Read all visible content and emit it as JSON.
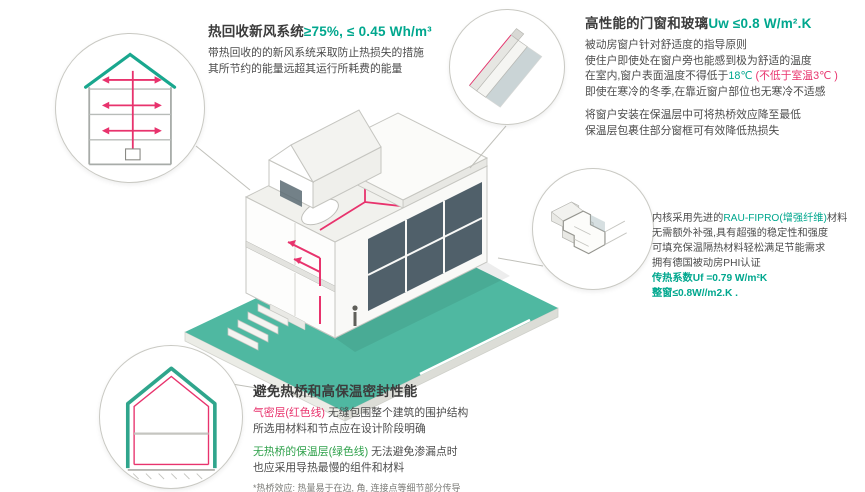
{
  "colors": {
    "teal_accent": "#00a78e",
    "platform_teal": "#4fb8a1",
    "red_line": "#e8336d",
    "green_line": "#2fa14b",
    "text_dark": "#3c3c3c"
  },
  "ventilation": {
    "title_black": "热回收新风系统",
    "title_teal": "≥75%, ≤ 0.45 Wh/m³",
    "line1": "带热回收的的新风系统采取防止热损失的措施",
    "line2": "其所节约的能量远超其运行所耗费的能量"
  },
  "windows": {
    "title_black": "高性能的门窗和玻璃",
    "title_teal": "Uw ≤0.8 W/m².K",
    "line1": "被动房窗户针对舒适度的指导原则",
    "line2": "使住户即使处在窗户旁也能感到极为舒适的温度",
    "line3_a": "在室内,窗户表面温度不得低于",
    "line3_b": "18℃",
    "line3_c": " (不低于室温3℃ )",
    "line4": "即使在寒冷的冬季,在靠近窗户部位也无寒冷不适感",
    "line5": "将窗户安装在保温层中可将热桥效应降至最低",
    "line6": "保温层包裹住部分窗框可有效降低热损失"
  },
  "material": {
    "line1_a": "内核采用先进的",
    "line1_b": "RAU-FIPRO(增强纤维)",
    "line1_c": "材料",
    "line2": "无需额外补强,具有超强的稳定性和强度",
    "line3": "可填充保温隔热材料轻松满足节能需求",
    "line4": "拥有德国被动房PHI认证",
    "line5": "传热系数Uf =0.79 W/m²K",
    "line6": "整窗≤0.8W//m2.K ."
  },
  "thermal": {
    "title": "避免热桥和高保温密封性能",
    "red_label": "气密层(红色线)",
    "red_rest": " 无缝包围整个建筑的围护结构",
    "line2": "所选用材料和节点应在设计阶段明确",
    "green_label": "无热桥的保温层(绿色线)",
    "green_rest": " 无法避免渗漏点时",
    "line4": "也应采用导热最慢的组件和材料",
    "footnote": "*热桥效应: 热量易于在边, 角, 连接点等细节部分传导"
  },
  "icons": {
    "main_illustration": "isometric-passive-house-cutaway",
    "ventilation_callout": "house-cross-section-ventilation",
    "window_corner_callout": "window-corner-detail",
    "window_profile_callout": "window-profile-cross-section",
    "thermal_callout": "house-cross-section-insulation"
  }
}
